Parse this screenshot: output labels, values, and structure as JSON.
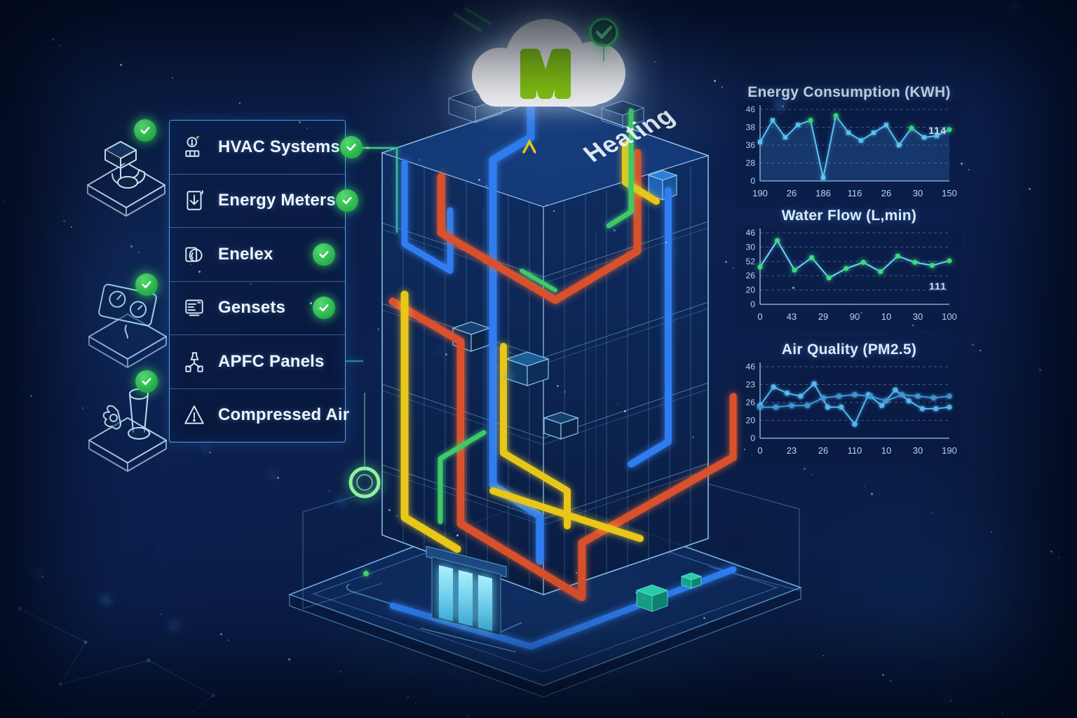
{
  "cloud": {
    "logo_letter": "M",
    "status_icon": "check-icon"
  },
  "building": {
    "label": "Heating"
  },
  "device_panel": {
    "items": [
      {
        "label": "HVAC Systems",
        "icon": "hvac-controller-icon",
        "checked": true
      },
      {
        "label": "Energy Meters",
        "icon": "energy-meter-icon",
        "checked": true
      },
      {
        "label": "Enelex",
        "icon": "enelex-device-icon",
        "checked": true
      },
      {
        "label": "Gensets",
        "icon": "genset-icon",
        "checked": true
      },
      {
        "label": "APFC Panels",
        "icon": "apfc-panel-icon",
        "checked": false
      },
      {
        "label": "Compressed Air",
        "icon": "compressed-air-icon",
        "checked": false
      }
    ]
  },
  "side_devices": [
    {
      "name": "controller-device",
      "checked": true
    },
    {
      "name": "dual-meter-panel",
      "checked": true
    },
    {
      "name": "pump-station",
      "checked": true
    }
  ],
  "colors": {
    "accent_green": "#2fc14e",
    "pipe_blue": "#2f7df0",
    "pipe_red": "#d8502c",
    "pipe_yellow": "#e9c719",
    "pipe_green": "#3fca66",
    "chart_line": "#58c8f5",
    "background": "#0a1c42"
  },
  "chart_data": [
    {
      "type": "line",
      "title": "Energy Consumption (KWH)",
      "ylim": [
        0,
        46
      ],
      "y_ticks": [
        "46",
        "38",
        "36",
        "28",
        "0"
      ],
      "x_ticks": [
        "190",
        "26",
        "186",
        "116",
        "26",
        "30",
        "150"
      ],
      "annotation": "114",
      "legend_position": "none",
      "grid": true,
      "series": [
        {
          "name": "energy-kwh",
          "color": "#58c8f5",
          "marker": "square",
          "area": true,
          "values": [
            25,
            39,
            28,
            36,
            39,
            2,
            42,
            31,
            26,
            31,
            36,
            23,
            34,
            28,
            29,
            33
          ],
          "green_markers": [
            4,
            6,
            12,
            15
          ]
        }
      ]
    },
    {
      "type": "line",
      "title": "Water Flow (L,min)",
      "ylim": [
        0,
        46
      ],
      "y_ticks": [
        "46",
        "30",
        "52",
        "26",
        "20",
        "0"
      ],
      "x_ticks": [
        "0",
        "43",
        "29",
        "90",
        "10",
        "30",
        "100"
      ],
      "annotation": "111",
      "legend_position": "none",
      "grid": true,
      "series": [
        {
          "name": "water-flow",
          "color": "#6fd4f2",
          "marker": "circle",
          "green_markers": "all",
          "values": [
            24,
            41,
            22,
            30,
            17,
            23,
            27,
            21,
            31,
            27,
            25,
            28
          ]
        }
      ]
    },
    {
      "type": "line",
      "title": "Air Quality (PM2.5)",
      "ylim": [
        0,
        46
      ],
      "y_ticks": [
        "46",
        "23",
        "26",
        "20",
        "0"
      ],
      "x_ticks": [
        "0",
        "23",
        "26",
        "110",
        "10",
        "30",
        "190"
      ],
      "annotation": "",
      "legend_position": "none",
      "grid": true,
      "series": [
        {
          "name": "pm25-primary",
          "color": "#54b8f2",
          "marker": "circle",
          "values": [
            21,
            33,
            29,
            27,
            35,
            20,
            20,
            9,
            28,
            21,
            31,
            24,
            19,
            19,
            20
          ]
        },
        {
          "name": "pm25-secondary",
          "color": "#3f97d8",
          "marker": "circle",
          "values": [
            20,
            20,
            21,
            21,
            26,
            27,
            28,
            27,
            24,
            28,
            27,
            26,
            27
          ]
        }
      ]
    }
  ]
}
